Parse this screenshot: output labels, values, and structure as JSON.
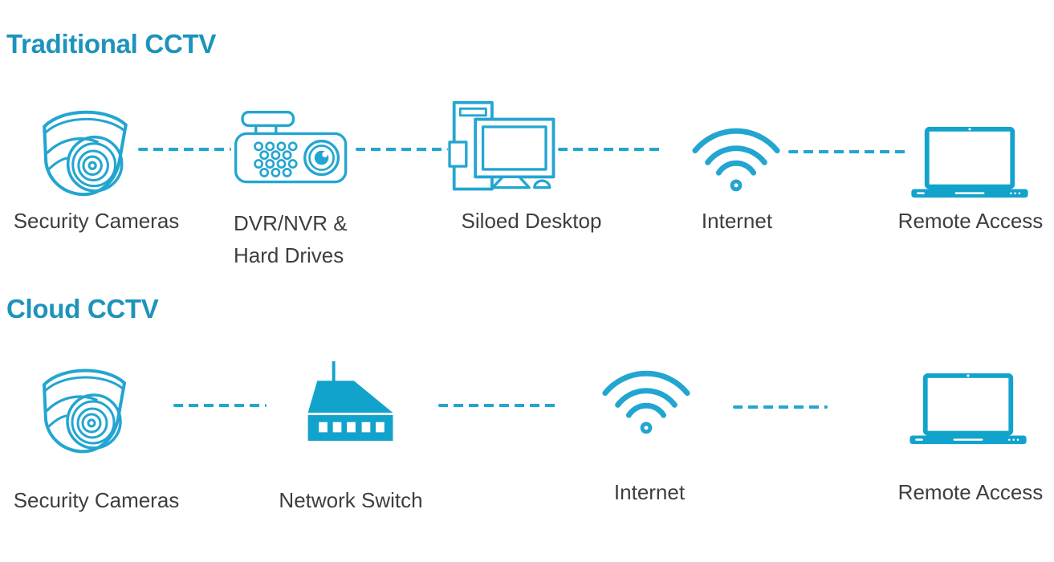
{
  "colors": {
    "title_accent": "#1d93bc",
    "icon_stroke_teal": "#23a5d1",
    "icon_fill_teal": "#12a3cd",
    "label_gray": "#3e3e3e",
    "connector_teal": "#1ea7d3",
    "background": "#ffffff"
  },
  "connector": {
    "style": "dashed"
  },
  "sections": {
    "traditional": {
      "title": "Traditional CCTV",
      "nodes": {
        "cameras": {
          "label": "Security Cameras",
          "icon": "dome-camera-icon"
        },
        "dvr": {
          "label_line1": "DVR/NVR &",
          "label_line2": "Hard Drives",
          "icon": "dvr-recorder-icon"
        },
        "desktop": {
          "label": "Siloed Desktop",
          "icon": "desktop-computer-icon"
        },
        "internet": {
          "label": "Internet",
          "icon": "wifi-icon"
        },
        "remote": {
          "label": "Remote Access",
          "icon": "laptop-icon"
        }
      }
    },
    "cloud": {
      "title": "Cloud CCTV",
      "nodes": {
        "cameras": {
          "label": "Security Cameras",
          "icon": "dome-camera-icon"
        },
        "switch": {
          "label": "Network Switch",
          "icon": "network-switch-icon"
        },
        "internet": {
          "label": "Internet",
          "icon": "wifi-icon"
        },
        "remote": {
          "label": "Remote Access",
          "icon": "laptop-icon"
        }
      }
    }
  }
}
